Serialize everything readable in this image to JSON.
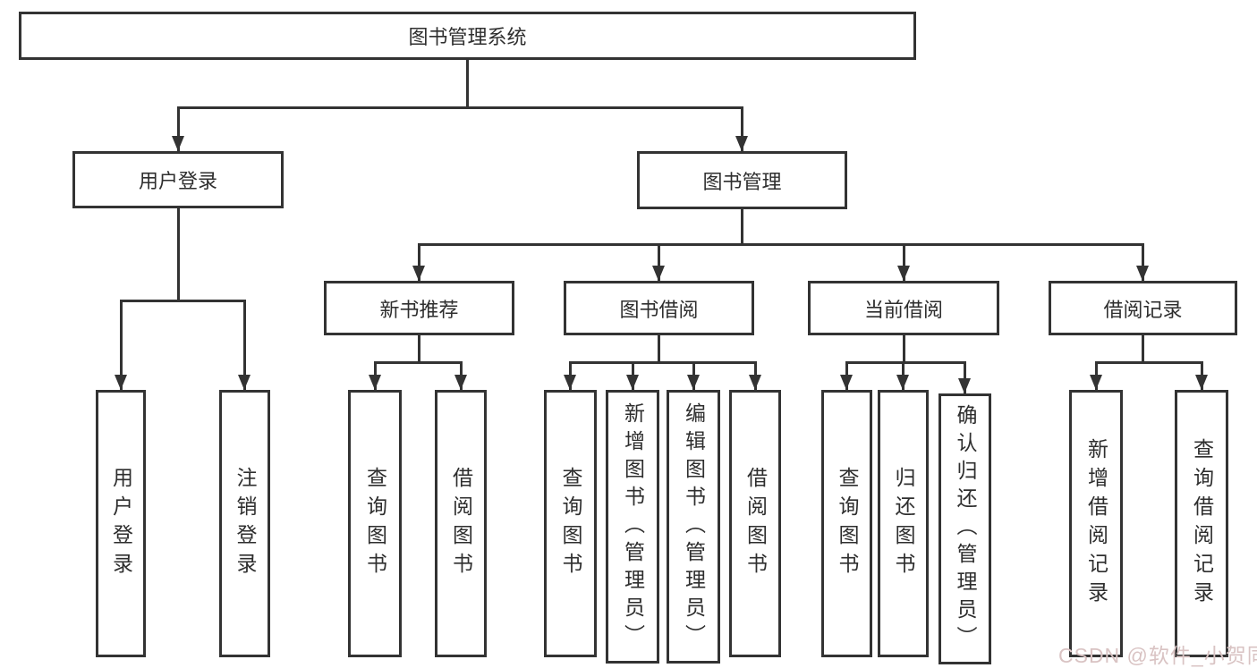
{
  "diagram_type": "hierarchy-tree",
  "colors": {
    "background": "#ffffff",
    "line": "#333333",
    "box_border": "#333333",
    "text": "#2e2e2e",
    "watermark": "#d9c3c3"
  },
  "tree": {
    "root": {
      "label": "图书管理系统",
      "children": [
        {
          "label": "用户登录",
          "children": [
            {
              "label": "用户登录"
            },
            {
              "label": "注销登录"
            }
          ]
        },
        {
          "label": "图书管理",
          "children": [
            {
              "label": "新书推荐",
              "children": [
                {
                  "label": "查询图书"
                },
                {
                  "label": "借阅图书"
                }
              ]
            },
            {
              "label": "图书借阅",
              "children": [
                {
                  "label": "查询图书"
                },
                {
                  "label": "新增图书（管理员）"
                },
                {
                  "label": "编辑图书（管理员）"
                },
                {
                  "label": "借阅图书"
                }
              ]
            },
            {
              "label": "当前借阅",
              "children": [
                {
                  "label": "查询图书"
                },
                {
                  "label": "归还图书"
                },
                {
                  "label": "确认归还（管理员）"
                }
              ]
            },
            {
              "label": "借阅记录",
              "children": [
                {
                  "label": "新增借阅记录"
                },
                {
                  "label": "查询借阅记录"
                }
              ]
            }
          ]
        }
      ]
    }
  },
  "watermark": {
    "text": "CSDN @软件_小贺同学"
  }
}
